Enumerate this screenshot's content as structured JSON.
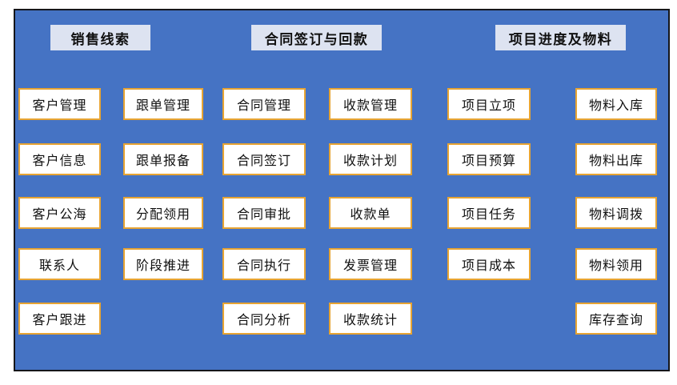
{
  "page": {
    "panel_background": "#4573C4",
    "panel_border_color": "#15161A",
    "button_background": "#FFFFFF",
    "button_border_color": "#E7A433",
    "header_background": "#DDE3F1",
    "text_color": "#101010"
  },
  "group_headers": [
    {
      "label": "销售线索"
    },
    {
      "label": "合同签订与回款"
    },
    {
      "label": "项目进度及物料"
    }
  ],
  "columns": [
    {
      "name": "customer",
      "items": [
        {
          "label": "客户管理"
        },
        {
          "label": "客户信息"
        },
        {
          "label": "客户公海"
        },
        {
          "label": "联系人"
        },
        {
          "label": "客户跟进"
        }
      ]
    },
    {
      "name": "order-follow",
      "items": [
        {
          "label": "跟单管理"
        },
        {
          "label": "跟单报备"
        },
        {
          "label": "分配领用"
        },
        {
          "label": "阶段推进"
        },
        {
          "label": ""
        }
      ]
    },
    {
      "name": "contract",
      "items": [
        {
          "label": "合同管理"
        },
        {
          "label": "合同签订"
        },
        {
          "label": "合同审批"
        },
        {
          "label": "合同执行"
        },
        {
          "label": "合同分析"
        }
      ]
    },
    {
      "name": "receivable",
      "items": [
        {
          "label": "收款管理"
        },
        {
          "label": "收款计划"
        },
        {
          "label": "收款单"
        },
        {
          "label": "发票管理"
        },
        {
          "label": "收款统计"
        }
      ]
    },
    {
      "name": "project",
      "items": [
        {
          "label": "项目立项"
        },
        {
          "label": "项目预算"
        },
        {
          "label": "项目任务"
        },
        {
          "label": "项目成本"
        },
        {
          "label": ""
        }
      ]
    },
    {
      "name": "material",
      "items": [
        {
          "label": "物料入库"
        },
        {
          "label": "物料出库"
        },
        {
          "label": "物料调拨"
        },
        {
          "label": "物料领用"
        },
        {
          "label": "库存查询"
        }
      ]
    }
  ],
  "layout": {
    "column_x": [
      4,
      135,
      259,
      392,
      540,
      700
    ],
    "column_w": [
      103,
      100,
      104,
      104,
      104,
      102
    ],
    "row_y": [
      97,
      166,
      233,
      297,
      365
    ]
  }
}
